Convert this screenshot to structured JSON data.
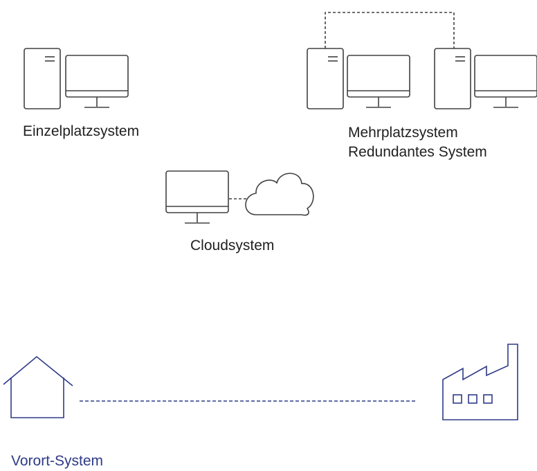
{
  "colors": {
    "device_stroke": "#404040",
    "accent": "#2e3a87",
    "text": "#1f1f1f"
  },
  "icons": {
    "single": [
      "tower-pc-icon",
      "monitor-icon"
    ],
    "multi": [
      "tower-pc-icon",
      "monitor-icon",
      "tower-pc-icon",
      "monitor-icon",
      "dashed-connection-line"
    ],
    "cloud": [
      "monitor-icon",
      "dashed-connection-line",
      "cloud-icon"
    ],
    "onsite": [
      "house-icon",
      "dashed-connection-line",
      "factory-icon"
    ]
  },
  "labels": {
    "single": "Einzelplatzsystem",
    "multi_line1": "Mehrplatzsystem",
    "multi_line2": "Redundantes System",
    "cloud": "Cloudsystem",
    "onsite": "Vorort-System"
  }
}
